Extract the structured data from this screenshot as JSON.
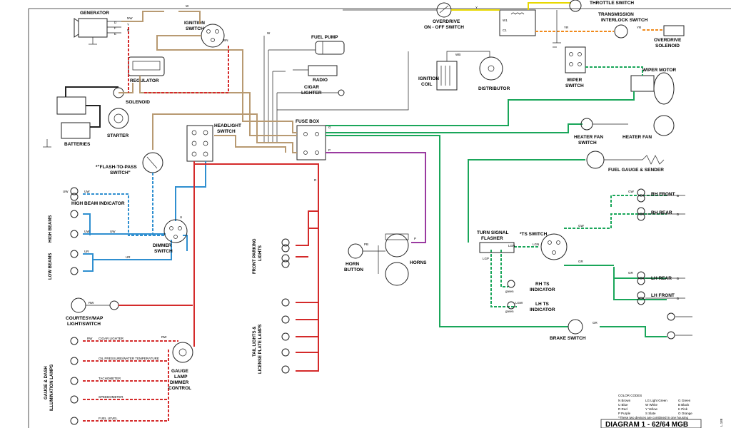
{
  "title": "DIAGRAM 1 - 62/64 MGB",
  "colors": {
    "green": "#1aa65a",
    "red": "#d42a2a",
    "blue": "#2f8fd0",
    "tan": "#b89a72",
    "purple": "#9a3aa0",
    "orange": "#f08a1c",
    "yellow": "#e8d800",
    "black": "#222222"
  },
  "components": {
    "generator": "GENERATOR",
    "ignition_switch": [
      "IGNITION",
      "SWITCH"
    ],
    "regulator": "REGULATOR",
    "solenoid": "SOLENOID",
    "starter": "STARTER",
    "batteries": "BATTERIES",
    "fuel_pump": "FUEL PUMP",
    "radio": "RADIO",
    "cigar_lighter": [
      "CIGAR",
      "LIGHTER"
    ],
    "overdrive_switch": [
      "OVERDRIVE",
      "ON - OFF SWITCH"
    ],
    "throttle_switch": "THROTTLE SWITCH",
    "transmission_interlock": [
      "TRANSMISSION",
      "INTERLOCK SWITCH"
    ],
    "overdrive_solenoid": [
      "OVERDRIVE",
      "SOLENOID"
    ],
    "ignition_coil": [
      "IGNITION",
      "COIL"
    ],
    "distributor": "DISTRIBUTOR",
    "wiper_switch": [
      "WIPER",
      "SWITCH"
    ],
    "wiper_motor": "WIPER MOTOR",
    "fuse_box": "FUSE BOX",
    "headlight_switch": [
      "HEADLIGHT",
      "SWITCH"
    ],
    "flash_to_pass": [
      "*\"FLASH-TO-PASS",
      "SWITCH\""
    ],
    "heater_fan_switch": [
      "HEATER FAN",
      "SWITCH"
    ],
    "heater_fan": "HEATER FAN",
    "fuel_gauge": "FUEL GAUGE & SENDER",
    "high_beam_indicator": "HIGH BEAM INDICATOR",
    "high_beams": "HIGH BEAMS",
    "low_beams": "LOW BEAMS",
    "dimmer_switch": [
      "DIMMER",
      "SWITCH"
    ],
    "courtesy_light": [
      "COURTESY/MAP",
      "LIGHT/SWITCH"
    ],
    "gauge_dash_lamps": [
      "GAUGE & DASH",
      "ILLUMINATION LAMPS"
    ],
    "gauge_lamp_dimmer": [
      "GAUGE",
      "LAMP",
      "DIMMER",
      "CONTROL"
    ],
    "front_parking": [
      "FRONT PARKING",
      "LIGHTS"
    ],
    "tail_lights": [
      "TAIL LIGHTS &",
      "LICENSE PLATE LAMPS"
    ],
    "horn_button": [
      "HORN",
      "BUTTON"
    ],
    "horns": "HORNS",
    "turn_signal_flasher": [
      "TURN SIGNAL",
      "FLASHER"
    ],
    "ts_switch": "*TS SWITCH",
    "rh_ts_indicator": [
      "RH TS",
      "INDICATOR"
    ],
    "lh_ts_indicator": [
      "LH TS",
      "INDICATOR"
    ],
    "brake_switch": "BRAKE SWITCH",
    "rh_front": "RH FRONT",
    "rh_rear": "RH REAR",
    "lh_rear": "LH REAR",
    "lh_front": "LH FRONT"
  },
  "dash_lamps": [
    "CIGAR LIGHTER",
    "OIL PRESSURE/WATER TEMPERATURE",
    "TACHOMETER",
    "SPEEDOMETER",
    "FUEL LEVEL"
  ],
  "wire_codes": {
    "nw": "NW",
    "w": "W",
    "n": "N",
    "wn": "WN",
    "uw": "UW",
    "ur": "UR",
    "u": "U",
    "rw": "RW",
    "r": "R",
    "g": "G",
    "p": "P",
    "wb": "WB",
    "gr": "GR",
    "gw": "GW",
    "y": "Y",
    "yr": "YR",
    "pb": "PB",
    "lgn": "LGN",
    "gn": "GN",
    "lgp": "LGP",
    "lgw": "LGW",
    "grn": "green",
    "b": "B",
    "d": "D",
    "f": "F",
    "a": "A",
    "e": "E",
    "sp": "S",
    "o": "O"
  },
  "terminals": {
    "b": "B",
    "d": "D",
    "f": "F",
    "e": "E",
    "a": "A",
    "w1": "W1",
    "c1": "C1",
    "t": "T",
    "l": "L"
  },
  "legend": {
    "title": "COLOR CODES",
    "rows": [
      [
        "N  Brown",
        "LG  Light Green",
        "G  Green"
      ],
      [
        "U  Blue",
        "W  White",
        "B  Black"
      ],
      [
        "R  Red",
        "Y  Yellow",
        "K  Pink"
      ],
      [
        "P  Purple",
        "S  Slate",
        "O  Orange"
      ]
    ],
    "note": "*These two devices are combined in one housing"
  },
  "corner_code": "L.188"
}
